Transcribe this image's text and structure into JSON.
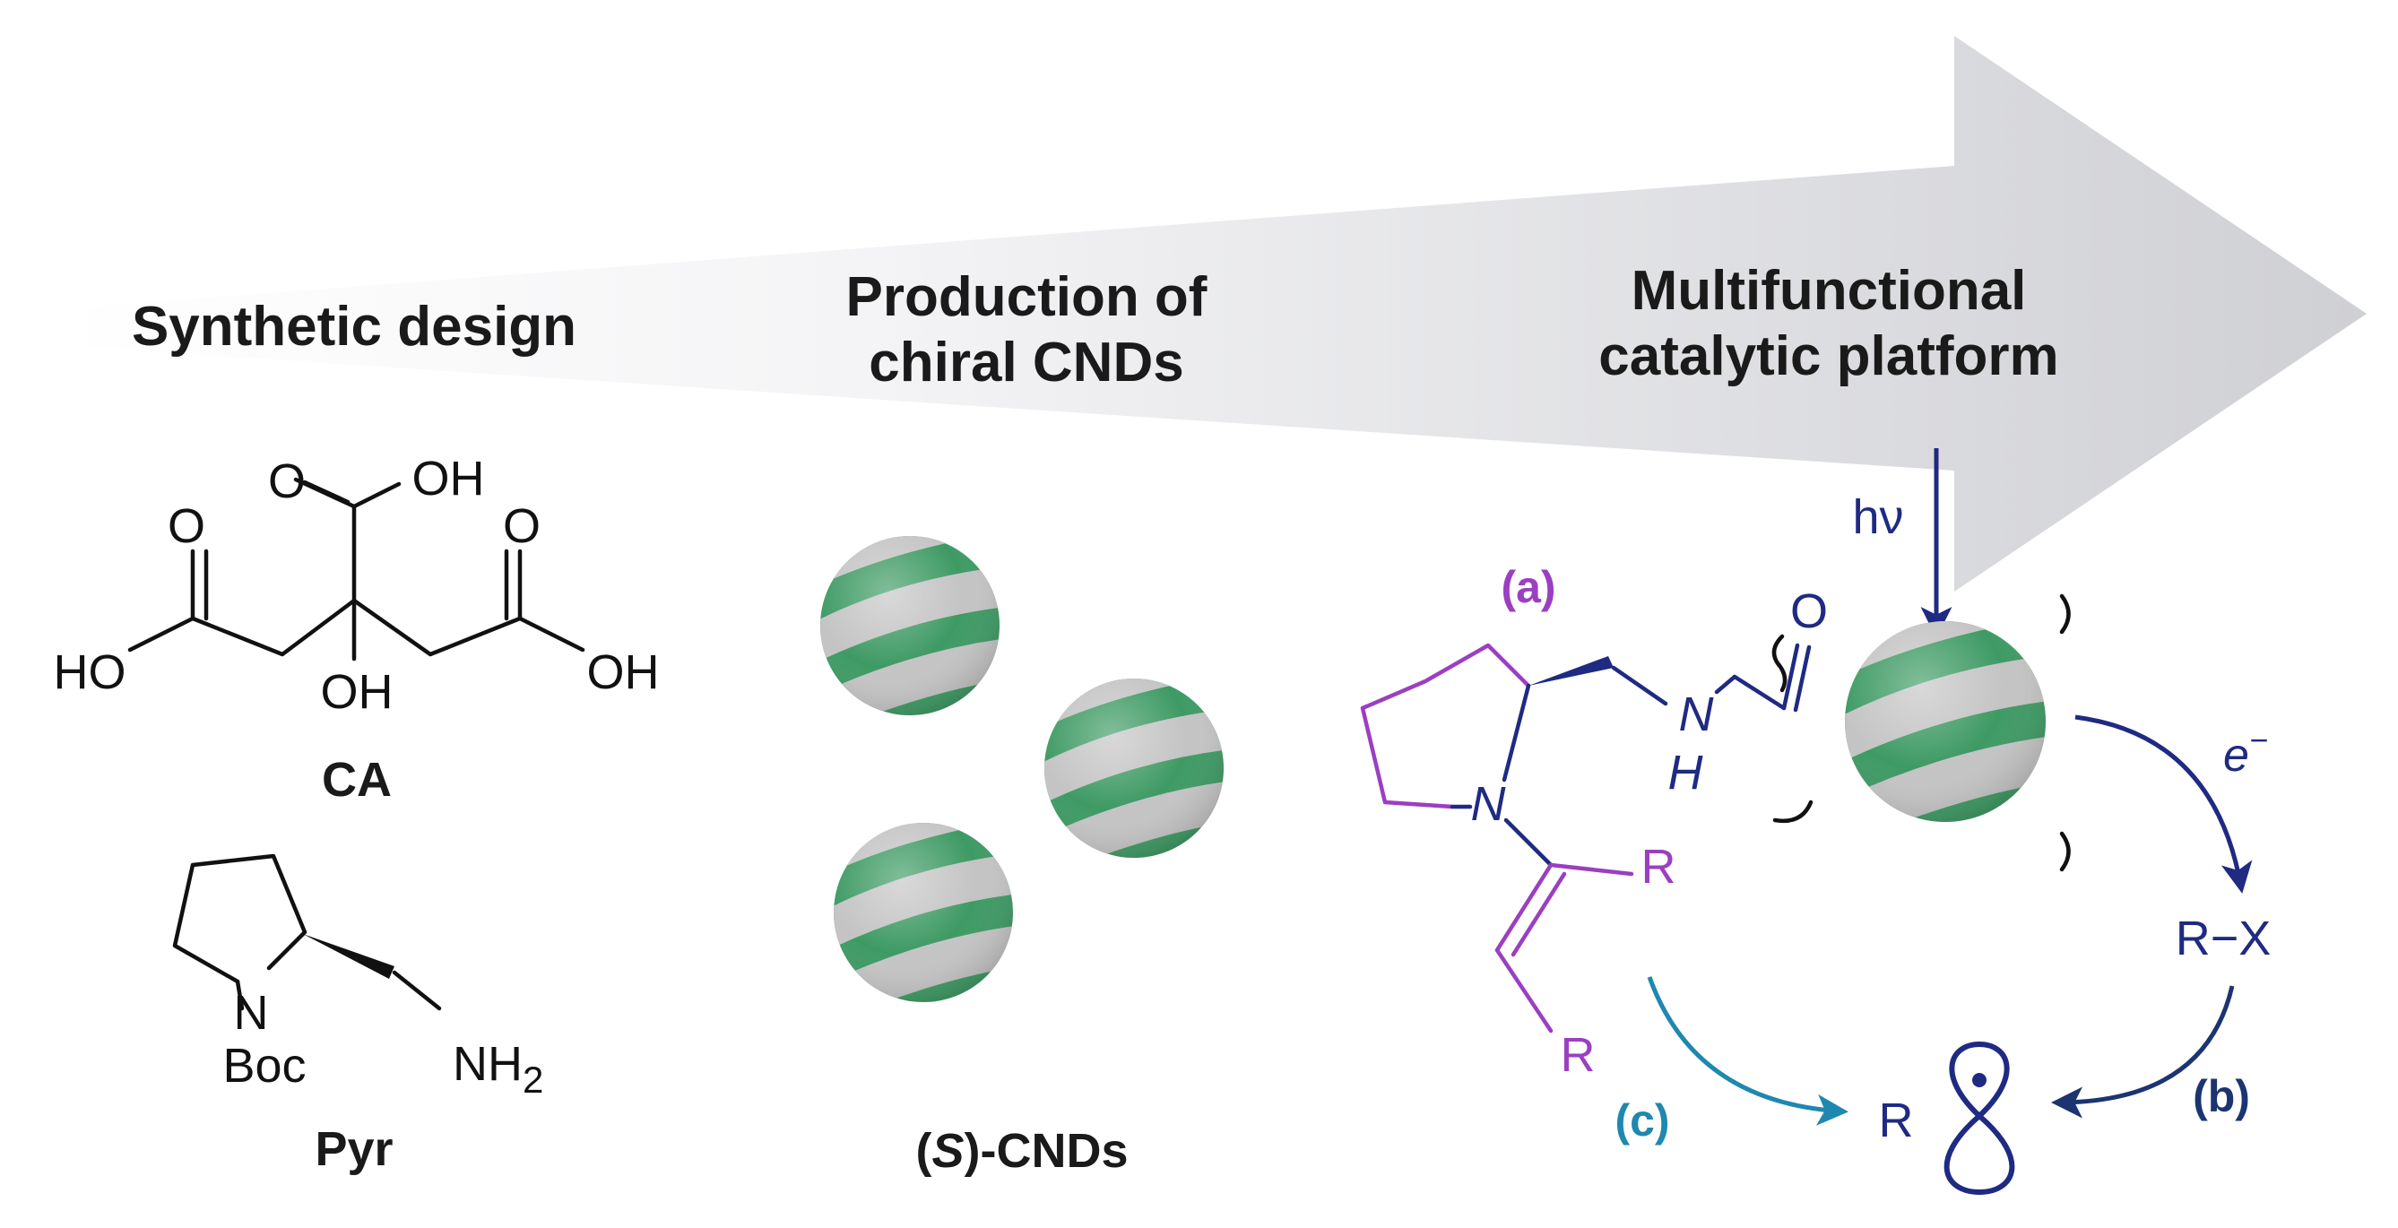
{
  "colors": {
    "arrow_light": "#f4f4f6",
    "arrow_dark": "#cfd0d4",
    "sphere_green": "#3e9a64",
    "sphere_stripe": "#c4c4c4",
    "navy": "#1f2a82",
    "purple": "#9b3fc1",
    "cyan": "#1e88b0",
    "dark_navy": "#1c3570"
  },
  "headers": {
    "synthetic_design": "Synthetic design",
    "production_line1": "Production of",
    "production_line2": "chiral CNDs",
    "platform_line1": "Multifunctional",
    "platform_line2": "catalytic platform"
  },
  "molecules": {
    "ca_label": "CA",
    "pyr_label": "Pyr",
    "ca_atoms": {
      "o": "O",
      "oh": "OH",
      "ho": "HO"
    },
    "pyr_atoms": {
      "n": "N",
      "boc": "Boc",
      "nh": "NH",
      "sub2": "2"
    }
  },
  "cnds": {
    "label_prefix": "(",
    "label_italic": "S",
    "label_suffix": ")-CNDs"
  },
  "platform": {
    "hv": "hν",
    "electron": "e",
    "electron_sup": "−",
    "label_a": "(a)",
    "label_b": "(b)",
    "label_c": "(c)",
    "amide_o": "O",
    "amide_n": "N",
    "amide_h": "H",
    "enamine_n": "N",
    "r": "R",
    "rx": "R−X",
    "radical_r": "R"
  }
}
